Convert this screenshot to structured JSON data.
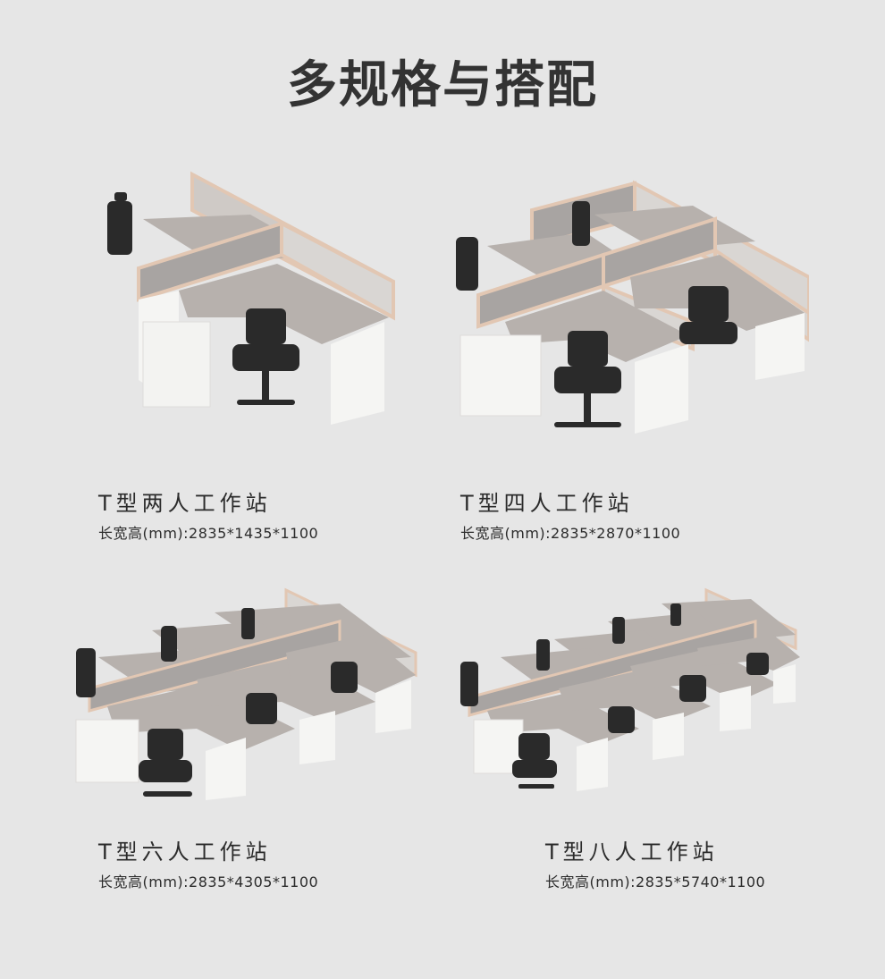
{
  "page": {
    "title": "多规格与搭配",
    "background": "#e6e6e6"
  },
  "products": [
    {
      "name": "T型两人工作站",
      "dims": "长宽高(mm):2835*1435*1100",
      "seats": 2
    },
    {
      "name": "T型四人工作站",
      "dims": "长宽高(mm):2835*2870*1100",
      "seats": 4
    },
    {
      "name": "T型六人工作站",
      "dims": "长宽高(mm):2835*4305*1100",
      "seats": 6
    },
    {
      "name": "T型八人工作站",
      "dims": "长宽高(mm):2835*5740*1100",
      "seats": 8
    }
  ],
  "colors": {
    "desktop": "#b7b1ad",
    "partition": "#a8a4a2",
    "frame": "#e2c7b3",
    "cabinet": "#f5f5f3",
    "chair": "#2a2a2a"
  }
}
